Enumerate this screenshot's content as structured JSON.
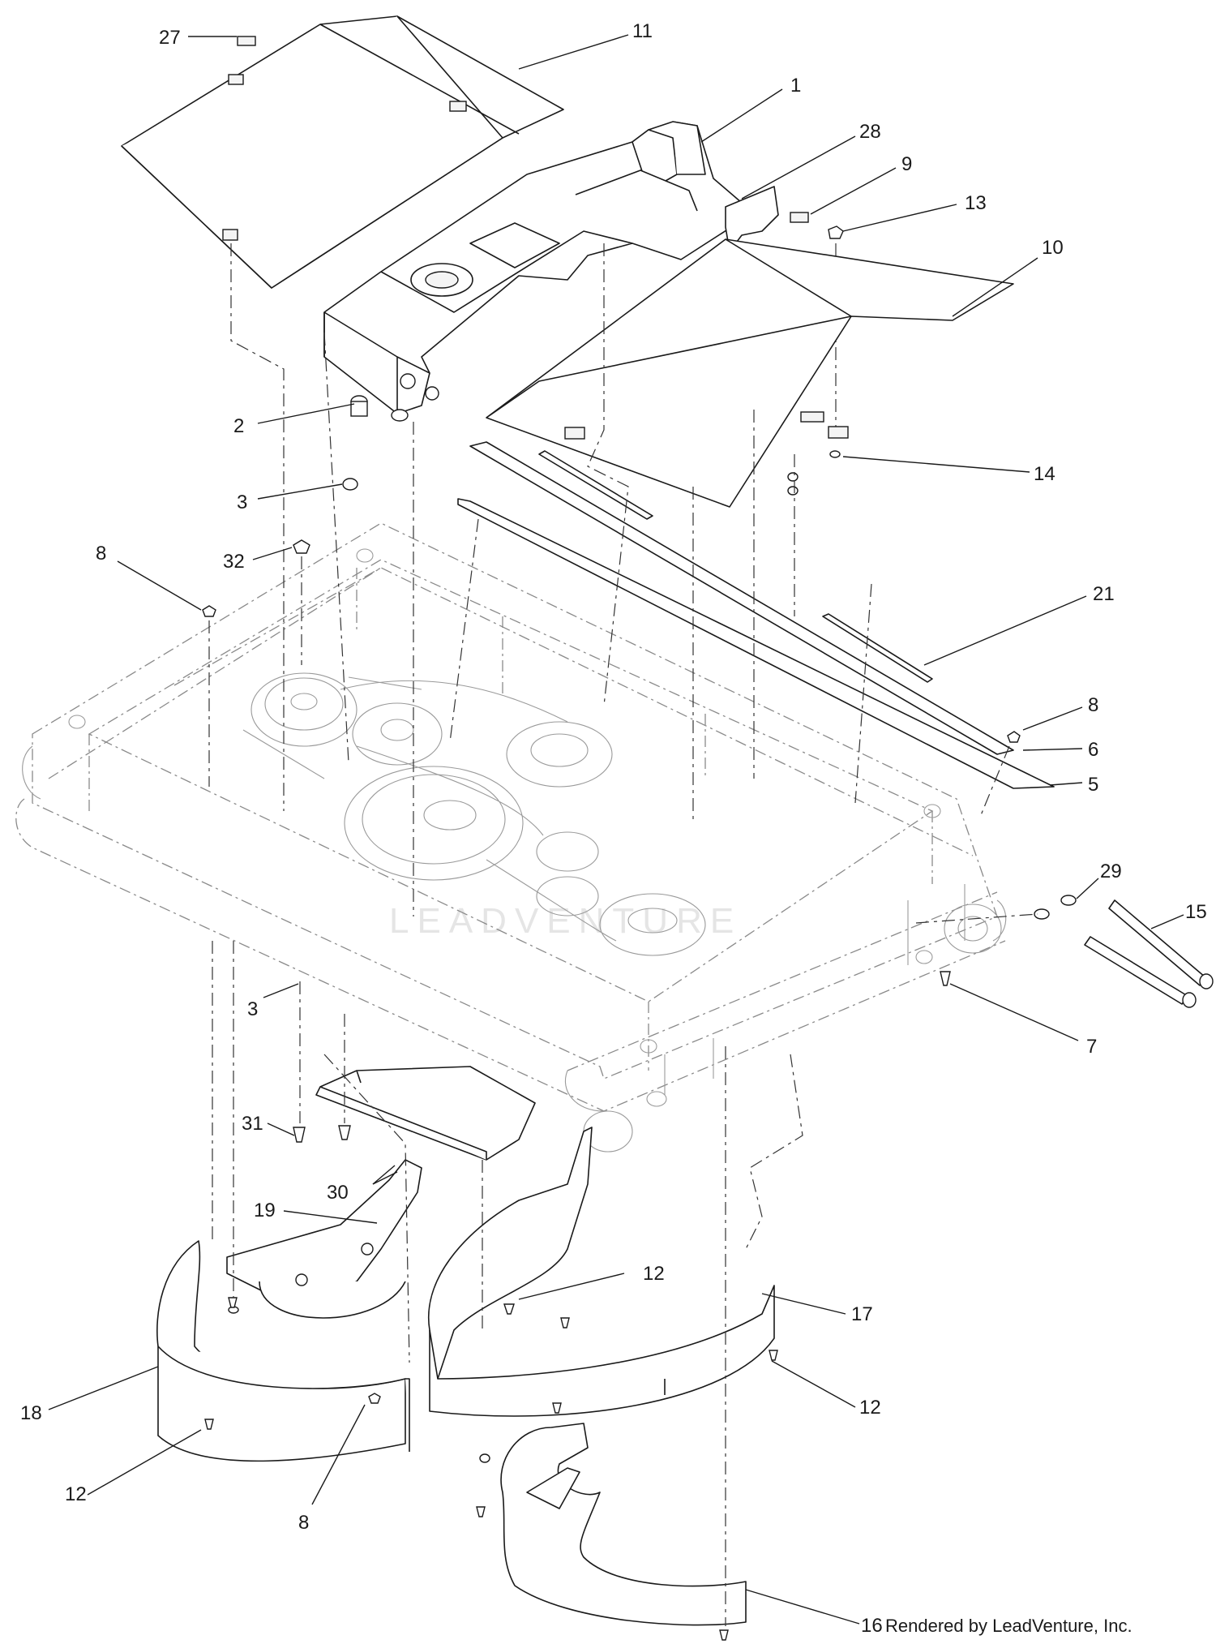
{
  "callouts": [
    {
      "id": "c27",
      "label": "27"
    },
    {
      "id": "c11",
      "label": "11"
    },
    {
      "id": "c1",
      "label": "1"
    },
    {
      "id": "c28",
      "label": "28"
    },
    {
      "id": "c9",
      "label": "9"
    },
    {
      "id": "c13",
      "label": "13"
    },
    {
      "id": "c10",
      "label": "10"
    },
    {
      "id": "c2",
      "label": "2"
    },
    {
      "id": "c14",
      "label": "14"
    },
    {
      "id": "c3a",
      "label": "3"
    },
    {
      "id": "c32",
      "label": "32"
    },
    {
      "id": "c8a",
      "label": "8"
    },
    {
      "id": "c21",
      "label": "21"
    },
    {
      "id": "c8b",
      "label": "8"
    },
    {
      "id": "c6",
      "label": "6"
    },
    {
      "id": "c5",
      "label": "5"
    },
    {
      "id": "c29",
      "label": "29"
    },
    {
      "id": "c15",
      "label": "15"
    },
    {
      "id": "c3b",
      "label": "3"
    },
    {
      "id": "c7",
      "label": "7"
    },
    {
      "id": "c31",
      "label": "31"
    },
    {
      "id": "c30",
      "label": "30"
    },
    {
      "id": "c19",
      "label": "19"
    },
    {
      "id": "c12a",
      "label": "12"
    },
    {
      "id": "c17",
      "label": "17"
    },
    {
      "id": "c12b",
      "label": "12"
    },
    {
      "id": "c18",
      "label": "18"
    },
    {
      "id": "c12c",
      "label": "12"
    },
    {
      "id": "c8c",
      "label": "8"
    },
    {
      "id": "c16",
      "label": "16"
    }
  ],
  "credit": "Rendered by LeadVenture, Inc.",
  "watermark": "LEADVENTURE"
}
